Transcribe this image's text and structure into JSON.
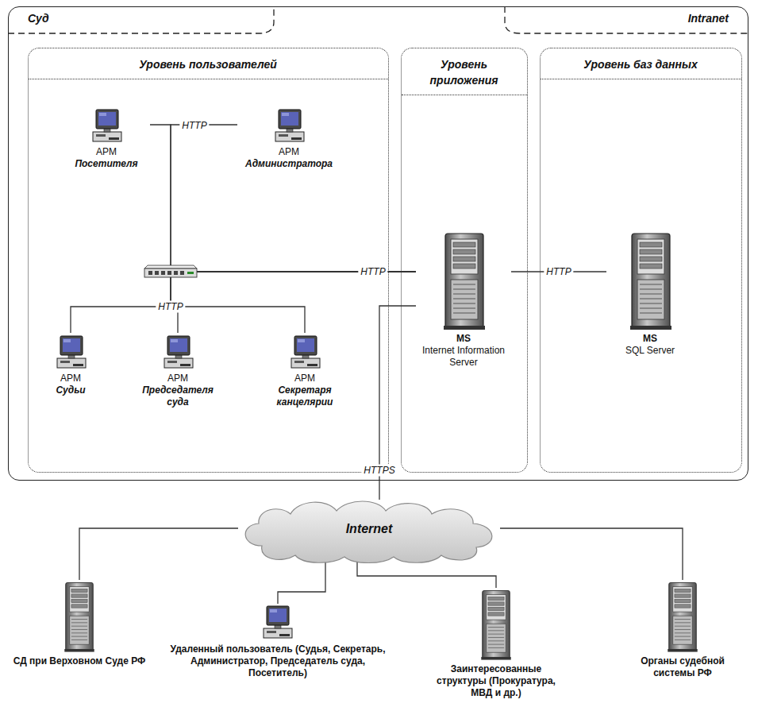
{
  "diagram": {
    "nodes": [
      {
        "text": [
          "Суд",
          "Intranet"
        ]
      },
      {
        "text": [
          "Уровень пользователей"
        ],
        "in": 0
      },
      {
        "text": [
          "АРМ",
          "Посетителя"
        ],
        "in": 1
      },
      {
        "text": [
          "АРМ",
          "Администратора"
        ],
        "in": 1
      },
      {
        "text": [
          "АРМ",
          "Судьи"
        ],
        "in": 1
      },
      {
        "text": [
          "АРМ",
          "Председателя суда"
        ],
        "in": 1
      },
      {
        "text": [
          "АРМ",
          "Секретаря канцелярии"
        ],
        "in": 1
      },
      {
        "text": [
          "Уровень приложения"
        ],
        "in": 0
      },
      {
        "text": [
          "MS",
          "Internet Information Server"
        ],
        "in": 7
      },
      {
        "text": [
          "Уровень баз данных"
        ],
        "in": 0
      },
      {
        "text": [
          "MS",
          "SQL Server"
        ],
        "in": 9
      },
      {
        "text": [
          "Internet"
        ]
      },
      {
        "text": [
          "СД при Верховном Суде РФ"
        ]
      },
      {
        "text": [
          "Удаленный пользователь (Судья, Секретарь, Администратор, Председатель суда, Посетитель)"
        ]
      },
      {
        "text": [
          "Заинтересованные структуры (Прокуратура, МВД и др.)"
        ]
      },
      {
        "text": [
          "Органы судебной системы РФ"
        ]
      }
    ],
    "edges": [
      {
        "from": 2,
        "to": 8,
        "arrow": "none"
      },
      {
        "from": 3,
        "to": 8,
        "arrow": "none"
      },
      {
        "from": 4,
        "to": 8,
        "arrow": "none"
      },
      {
        "from": 5,
        "to": 8,
        "arrow": "none"
      },
      {
        "from": 6,
        "to": 8,
        "arrow": "none"
      },
      {
        "from": 8,
        "to": 10,
        "label": "HTTP",
        "arrow": "none"
      },
      {
        "from": 8,
        "to": 11,
        "label": "HTTPS",
        "arrow": "none"
      },
      {
        "from": 11,
        "to": 12,
        "arrow": "none"
      },
      {
        "from": 11,
        "to": 13,
        "arrow": "none"
      },
      {
        "from": 11,
        "to": 14,
        "arrow": "none"
      },
      {
        "from": 11,
        "to": 15,
        "arrow": "none"
      }
    ],
    "labels": [
      "HTTP",
      "HTTP",
      "HTTP"
    ]
  }
}
